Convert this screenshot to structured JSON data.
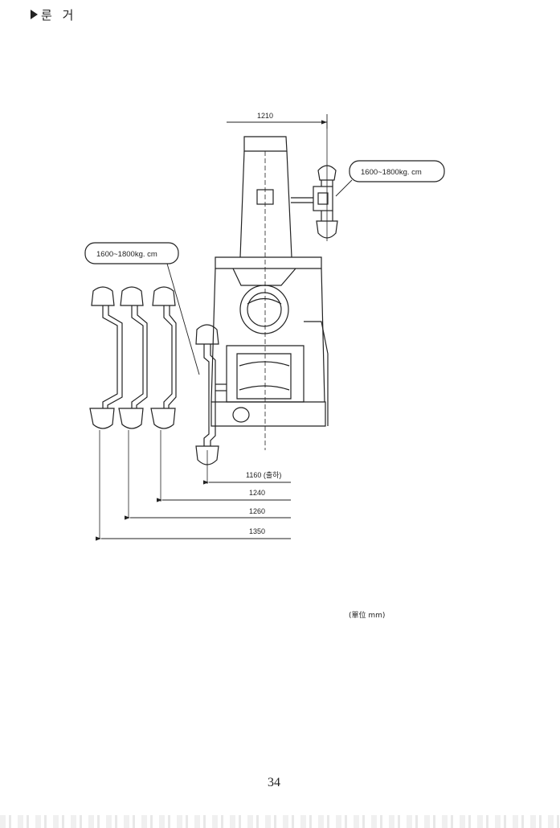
{
  "section": {
    "title": "룬 거"
  },
  "dimensions": {
    "top_width": "1210",
    "d1": "1160 (출하)",
    "d2": "1240",
    "d3": "1260",
    "d4": "1350"
  },
  "callouts": {
    "top_right": "1600~1800kg. cm",
    "left": "1600~1800kg. cm"
  },
  "unit_note": "(單位 mm)",
  "page_number": "34"
}
